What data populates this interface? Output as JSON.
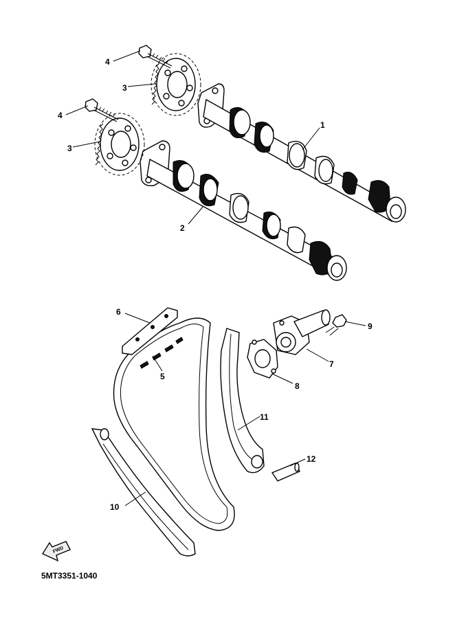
{
  "diagram": {
    "callouts": [
      "1",
      "2",
      "3",
      "3",
      "4",
      "4",
      "5",
      "6",
      "7",
      "8",
      "9",
      "10",
      "11",
      "12"
    ],
    "fwd_label": "FWD",
    "drawing_code": "5MT3351-1040"
  }
}
